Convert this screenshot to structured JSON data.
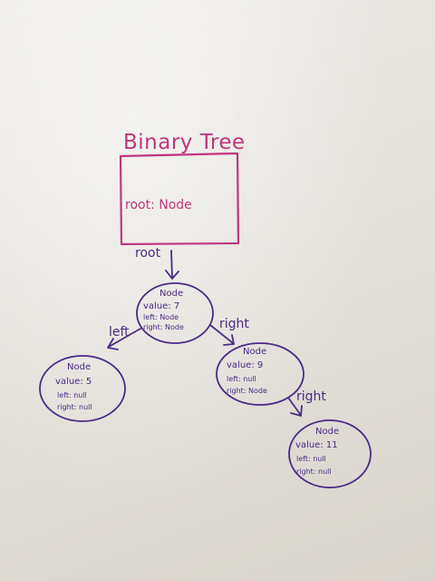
{
  "tree": {
    "title": "Binary Tree",
    "field": "root: Node",
    "root_edge": "root"
  },
  "nodes": {
    "n7": {
      "header": "Node",
      "value": "value: 7",
      "left": "left: Node",
      "right": "right: Node"
    },
    "n5": {
      "header": "Node",
      "value": "value: 5",
      "left": "left: null",
      "right": "right: null"
    },
    "n9": {
      "header": "Node",
      "value": "value: 9",
      "left": "left: null",
      "right": "right: Node"
    },
    "n11": {
      "header": "Node",
      "value": "value: 11",
      "left": "left: null",
      "right": "right: null"
    }
  },
  "edges": {
    "left": "left",
    "right": "right",
    "right2": "right"
  },
  "colors": {
    "box": "#c0367e",
    "nodes": "#4a2a83",
    "board": "#e6e3dd"
  }
}
